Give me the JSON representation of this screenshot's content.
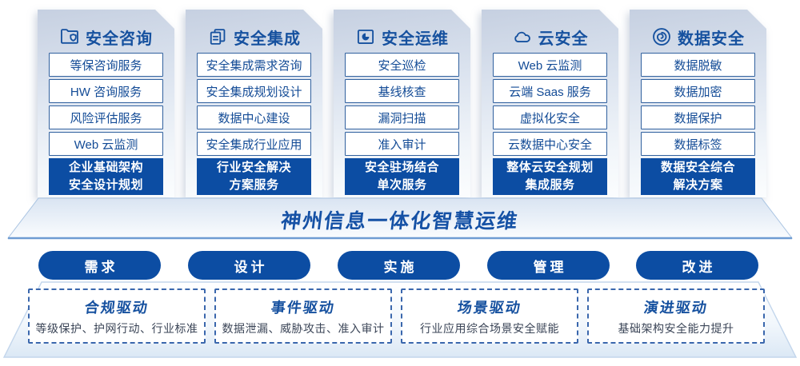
{
  "banner": {
    "title": "神州信息一体化智慧运维"
  },
  "columns": [
    {
      "title": "安全咨询",
      "icon": "folder-shield-icon",
      "items": [
        "等保咨询服务",
        "HW 咨询服务",
        "风险评估服务",
        "Web 云监测"
      ],
      "solution": [
        "企业基础架构",
        "安全设计规划"
      ]
    },
    {
      "title": "安全集成",
      "icon": "documents-icon",
      "items": [
        "安全集成需求咨询",
        "安全集成规划设计",
        "数据中心建设",
        "安全集成行业应用"
      ],
      "solution": [
        "行业安全解决",
        "方案服务"
      ]
    },
    {
      "title": "安全运维",
      "icon": "pie-folder-icon",
      "items": [
        "安全巡检",
        "基线核查",
        "漏洞扫描",
        "准入审计"
      ],
      "solution": [
        "安全驻场结合",
        "单次服务"
      ]
    },
    {
      "title": "云安全",
      "icon": "cloud-icon",
      "items": [
        "Web 云监测",
        "云端 Saas 服务",
        "虚拟化安全",
        "云数据中心安全"
      ],
      "solution": [
        "整体云安全规划",
        "集成服务"
      ]
    },
    {
      "title": "数据安全",
      "icon": "fingerprint-icon",
      "items": [
        "数据脱敏",
        "数据加密",
        "数据保护",
        "数据标签"
      ],
      "solution": [
        "数据安全综合",
        "解决方案"
      ]
    }
  ],
  "process_steps": [
    "需求",
    "设计",
    "实施",
    "管理",
    "改进"
  ],
  "drivers": [
    {
      "title": "合规驱动",
      "desc": "等级保护、护网行动、行业标准"
    },
    {
      "title": "事件驱动",
      "desc": "数据泄漏、威胁攻击、准入审计"
    },
    {
      "title": "场景驱动",
      "desc": "行业应用综合场景安全赋能"
    },
    {
      "title": "演进驱动",
      "desc": "基础架构安全能力提升"
    }
  ],
  "colors": {
    "primary_blue": "#0c4da3",
    "title_blue": "#16519f",
    "box_border_blue": "#31619f",
    "dashed_border_blue": "#3a67ad",
    "banner_line_blue": "#6e9cd3",
    "desc_text": "#3b4557"
  }
}
